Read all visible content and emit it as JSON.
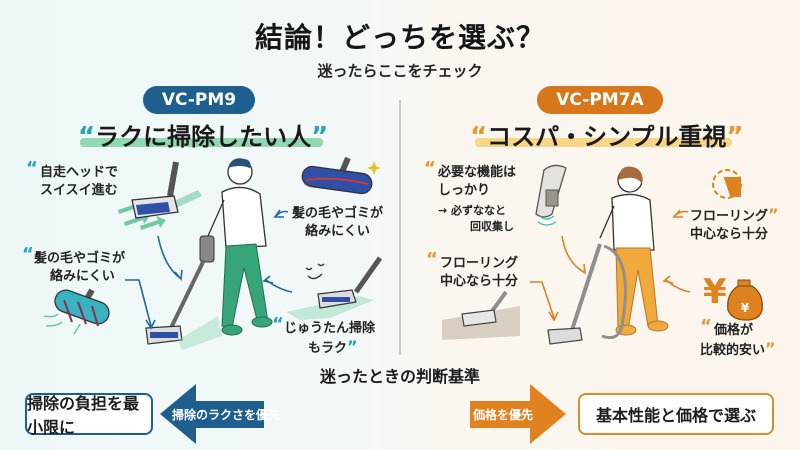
{
  "header": {
    "title": "結論！どっちを選ぶ？",
    "subtitle": "迷ったらここをチェック"
  },
  "left_panel": {
    "model": "VC-PM9",
    "headline": "ラクに掃除したい人",
    "open_quote": "“",
    "close_quote": "”",
    "accent_color": "#1e5f8f",
    "highlight_color": "#7fd1a7",
    "callouts": [
      {
        "line1": "自走ヘッドで",
        "line2": "スイスイ進む"
      },
      {
        "line1": "髪の毛やゴミが",
        "line2": "絡みにくい"
      },
      {
        "line1": "髪の毛やゴミが",
        "line2": "絡みにくい"
      },
      {
        "line1": "じゅうたん掃除",
        "line2": "もラク"
      }
    ]
  },
  "right_panel": {
    "model": "VC-PM7A",
    "headline": "コスパ・シンプル重視",
    "open_quote": "“",
    "close_quote": "”",
    "accent_color": "#d7771b",
    "highlight_color": "#f7d27a",
    "callouts": [
      {
        "line1": "必要な機能は",
        "line2": "しっかり",
        "sub1": "→ 必ずななと",
        "sub2": "回収集し"
      },
      {
        "line1": "フローリング",
        "line2": "中心なら十分"
      },
      {
        "line1": "フローリング",
        "line2": "中心なら十分"
      },
      {
        "line1": "価格が",
        "line2": "比較的安い"
      }
    ],
    "yen_symbol": "¥"
  },
  "criteria": {
    "title": "迷ったときの判断基準",
    "left_box": "掃除の負担を最小限に",
    "left_arrow": "掃除のラクさを優先",
    "right_arrow": "価格を優先",
    "right_box": "基本性能と価格で選ぶ",
    "left_color": "#1e5f8f",
    "right_color": "#e0821f"
  }
}
